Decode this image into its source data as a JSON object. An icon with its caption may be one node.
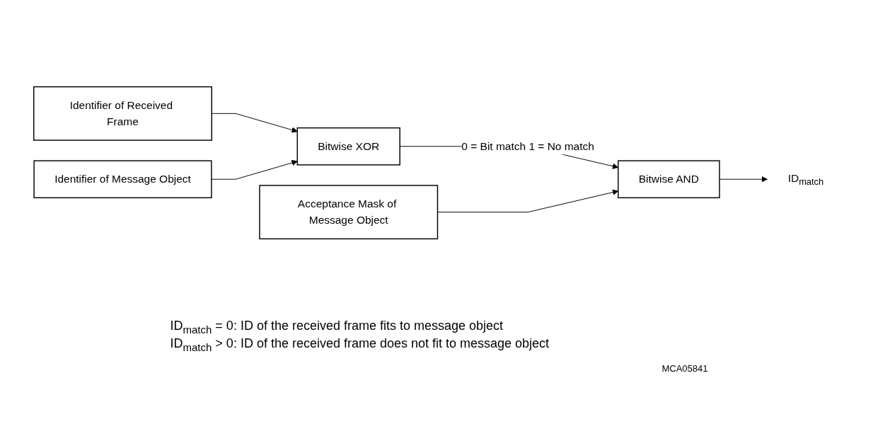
{
  "diagram": {
    "nodes": [
      {
        "text": [
          "Identifier of Received Frame"
        ]
      },
      {
        "text": [
          "Identifier of Message Object"
        ]
      },
      {
        "text": [
          "Bitwise XOR"
        ]
      },
      {
        "text": [
          "Acceptance Mask of Message Object"
        ]
      },
      {
        "text": [
          "Bitwise AND"
        ]
      },
      {
        "text": [
          "ID$_{match}$"
        ]
      }
    ],
    "edges": [
      {
        "from": 0,
        "to": 2,
        "arrow": "to"
      },
      {
        "from": 1,
        "to": 2,
        "arrow": "to"
      },
      {
        "from": 2,
        "to": 4,
        "arrow": "to",
        "label": "0 = Bit match 1 = No match"
      },
      {
        "from": 3,
        "to": 4,
        "arrow": "to"
      },
      {
        "from": 4,
        "to": 5,
        "arrow": "to"
      }
    ],
    "labels": [
      "ID$_{match}$ = 0: ID of the received frame fits to message object",
      "ID$_{match}$ > 0: ID of the received frame does not fit to message object",
      "MCA05841"
    ]
  }
}
